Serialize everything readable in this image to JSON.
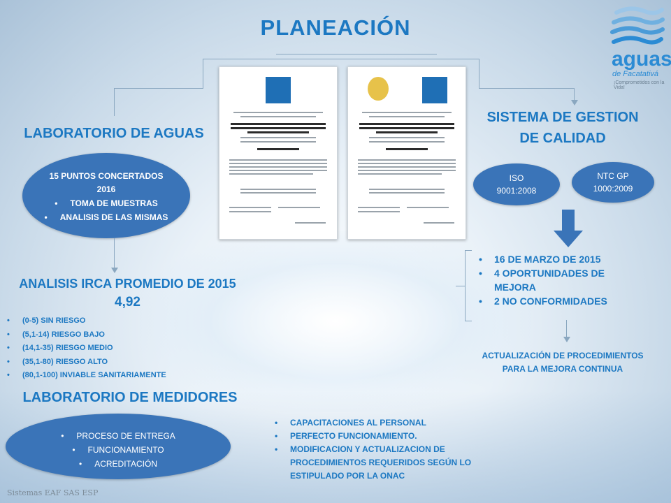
{
  "header": {
    "title": "PLANEACIÓN"
  },
  "logo": {
    "name": "aguas",
    "subtitle": "de Facatativá",
    "tagline": "¡Comprometidos con la Vida!"
  },
  "left": {
    "lab_aguas": {
      "heading": "LABORATORIO DE AGUAS",
      "oval_line1": "15 PUNTOS CONCERTADOS",
      "oval_line2": "2016",
      "items": [
        "TOMA DE MUESTRAS",
        "ANALISIS DE LAS MISMAS"
      ]
    },
    "irca": {
      "heading": "ANALISIS IRCA PROMEDIO DE 2015",
      "value": "4,92",
      "items": [
        "(0-5) SIN RIESGO",
        "(5,1-14) RIESGO BAJO",
        "(14,1-35) RIESGO MEDIO",
        "(35,1-80) RIESGO ALTO",
        "(80,1-100) INVIABLE SANITARIAMENTE"
      ]
    },
    "lab_medidores": {
      "heading": "LABORATORIO DE MEDIDORES",
      "items": [
        "PROCESO DE ENTREGA",
        "FUNCIONAMIENTO",
        "ACREDITACIÓN"
      ]
    }
  },
  "center": {
    "medidores_items": [
      "CAPACITACIONES AL PERSONAL",
      "PERFECTO FUNCIONAMIENTO.",
      "MODIFICACION Y ACTUALIZACION DE PROCEDIMIENTOS REQUERIDOS SEGÚN LO ESTIPULADO POR LA ONAC"
    ]
  },
  "right": {
    "sgc": {
      "heading_line1": "SISTEMA DE GESTION",
      "heading_line2": "DE CALIDAD",
      "iso_line1": "ISO",
      "iso_line2": "9001:2008",
      "ntc_line1": "NTC GP",
      "ntc_line2": "1000:2009"
    },
    "audit_items": [
      "16 DE MARZO DE 2015",
      "4 OPORTUNIDADES DE MEJORA",
      "2 NO CONFORMIDADES"
    ],
    "update_line1": "ACTUALIZACIÓN DE PROCEDIMIENTOS",
    "update_line2": "PARA LA MEJORA CONTINUA"
  },
  "footer": {
    "text": "Sistemas EAF SAS ESP"
  },
  "colors": {
    "accent": "#1c78c2",
    "oval": "#3a74b8"
  }
}
